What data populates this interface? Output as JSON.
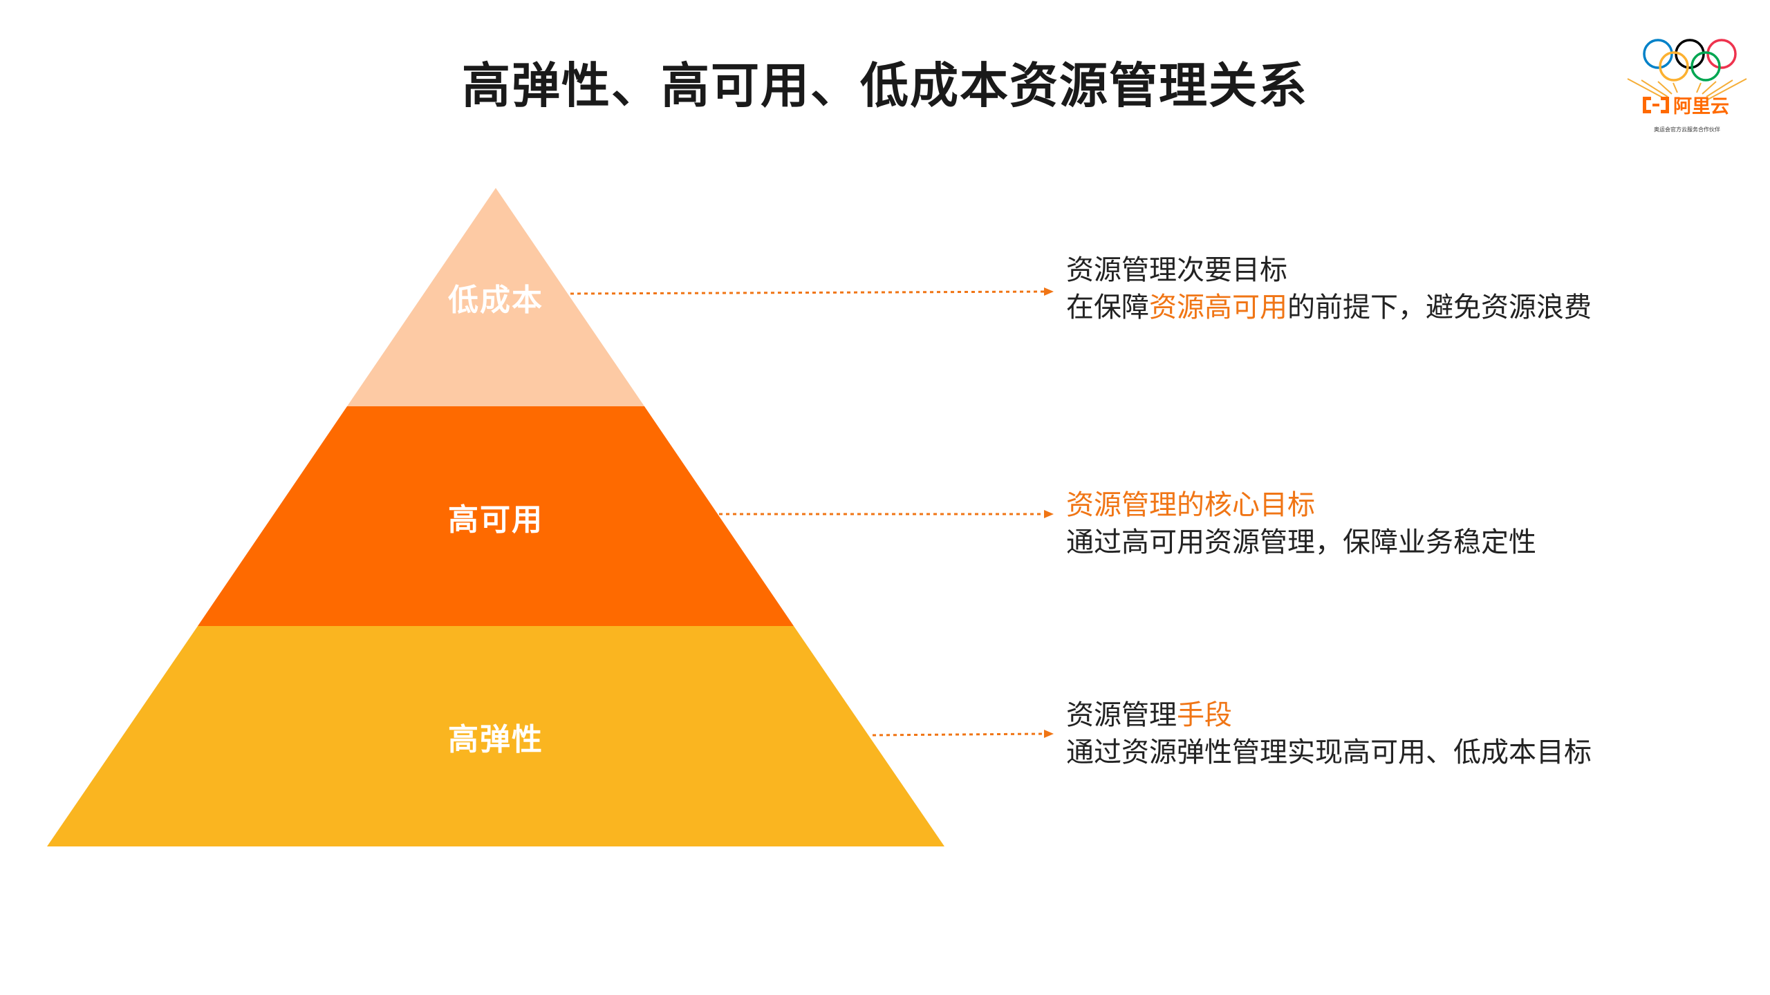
{
  "title": "高弹性、高可用、低成本资源管理关系",
  "logo": {
    "brand": "阿里云",
    "tagline": "奥运会官方云服务合作伙伴",
    "ring_colors": [
      "#0081c8",
      "#fcb131",
      "#000000",
      "#00a651",
      "#ee334e"
    ]
  },
  "colors": {
    "top_tier": "#fdcaa4",
    "middle_tier": "#fe6a00",
    "bottom_tier": "#fab520",
    "connector": "#f07515",
    "highlight": "#f07515"
  },
  "pyramid": {
    "tiers": [
      {
        "label": "低成本",
        "lines": [
          {
            "parts": [
              {
                "text": "资源管理次要目标",
                "highlight": false
              }
            ]
          },
          {
            "parts": [
              {
                "text": "在保障",
                "highlight": false
              },
              {
                "text": "资源高可用",
                "highlight": true
              },
              {
                "text": "的前提下，避免资源浪费",
                "highlight": false
              }
            ]
          }
        ]
      },
      {
        "label": "高可用",
        "lines": [
          {
            "parts": [
              {
                "text": "资源管理的核心目标",
                "highlight": true
              }
            ]
          },
          {
            "parts": [
              {
                "text": "通过高可用资源管理，保障业务稳定性",
                "highlight": false
              }
            ]
          }
        ]
      },
      {
        "label": "高弹性",
        "lines": [
          {
            "parts": [
              {
                "text": "资源管理",
                "highlight": false
              },
              {
                "text": "手段",
                "highlight": true
              }
            ]
          },
          {
            "parts": [
              {
                "text": "通过资源弹性管理实现高可用、低成本目标",
                "highlight": false
              }
            ]
          }
        ]
      }
    ]
  }
}
